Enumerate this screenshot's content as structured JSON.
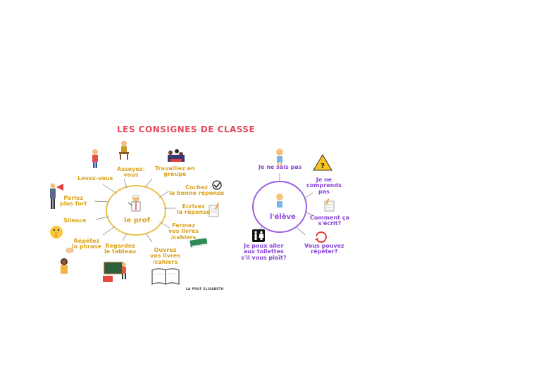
{
  "title": "LES CONSIGNES DE CLASSE",
  "footer": "LA PROF ELISABETH",
  "teacher": {
    "center_label": "le prof",
    "commands": [
      {
        "id": "levez",
        "label": "Levez-vous"
      },
      {
        "id": "asseyez",
        "label": "Asseyez-\nvous"
      },
      {
        "id": "travaillez",
        "label": "Travaillez en\ngroupe"
      },
      {
        "id": "cochez",
        "label": "Cochez\nla bonne réponse"
      },
      {
        "id": "ecrivez",
        "label": "Ecrivez\nla réponse"
      },
      {
        "id": "fermez",
        "label": "Fermez\nvos livres\n/cahiers"
      },
      {
        "id": "ouvrez",
        "label": "Ouvrez\nvos livres\n/cahiers"
      },
      {
        "id": "regardez",
        "label": "Regardez\nle tableau"
      },
      {
        "id": "repetez",
        "label": "Répétez\nla phrase"
      },
      {
        "id": "silence",
        "label": "Silence"
      },
      {
        "id": "parlez",
        "label": "Parlez\nplus fort"
      }
    ]
  },
  "student": {
    "center_label": "l'élève",
    "phrases": [
      {
        "id": "jenesais",
        "label": "Je ne sais pas"
      },
      {
        "id": "jenecomprends",
        "label": "Je ne\ncomprends\npas"
      },
      {
        "id": "comment",
        "label": "Comment ça\ns'écrit?"
      },
      {
        "id": "repeter",
        "label": "Vous pouvez\nrépéter?"
      },
      {
        "id": "toilettes",
        "label": "Je poux aller\naux toilettes\ns'il vous plaît?"
      }
    ]
  },
  "colors": {
    "title": "#e8485a",
    "teacher_text": "#d9a21b",
    "student_text": "#8a45d9",
    "teacher_circle": "#e8c34a",
    "student_circle": "#9a5ce0"
  },
  "icons": [
    "student-standing-icon",
    "student-sitting-icon",
    "group-icon",
    "checkmark-icon",
    "notepad-icon",
    "closed-book-icon",
    "open-book-icon",
    "blackboard-icon",
    "speech-bubble-icon",
    "shushing-face-icon",
    "megaphone-icon",
    "teacher-icon",
    "girl-icon",
    "warning-question-icon",
    "refresh-icon",
    "restroom-icon"
  ]
}
